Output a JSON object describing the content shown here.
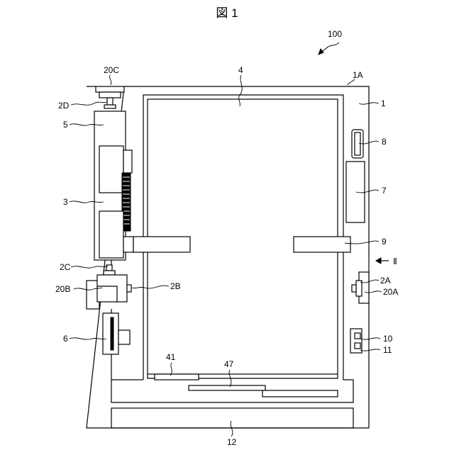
{
  "figure": {
    "title": "図 1",
    "labels": {
      "l100": "100",
      "l1A": "1A",
      "l1": "1",
      "l4": "4",
      "l20C": "20C",
      "l2D": "2D",
      "l5": "5",
      "l3": "3",
      "l8": "8",
      "l7": "7",
      "l9": "9",
      "lII": "Ⅱ",
      "l2C": "2C",
      "l20B": "20B",
      "l2B": "2B",
      "l2A": "2A",
      "l20A": "20A",
      "l6": "6",
      "l10": "10",
      "l11": "11",
      "l41": "41",
      "l47": "47",
      "l12": "12"
    }
  }
}
